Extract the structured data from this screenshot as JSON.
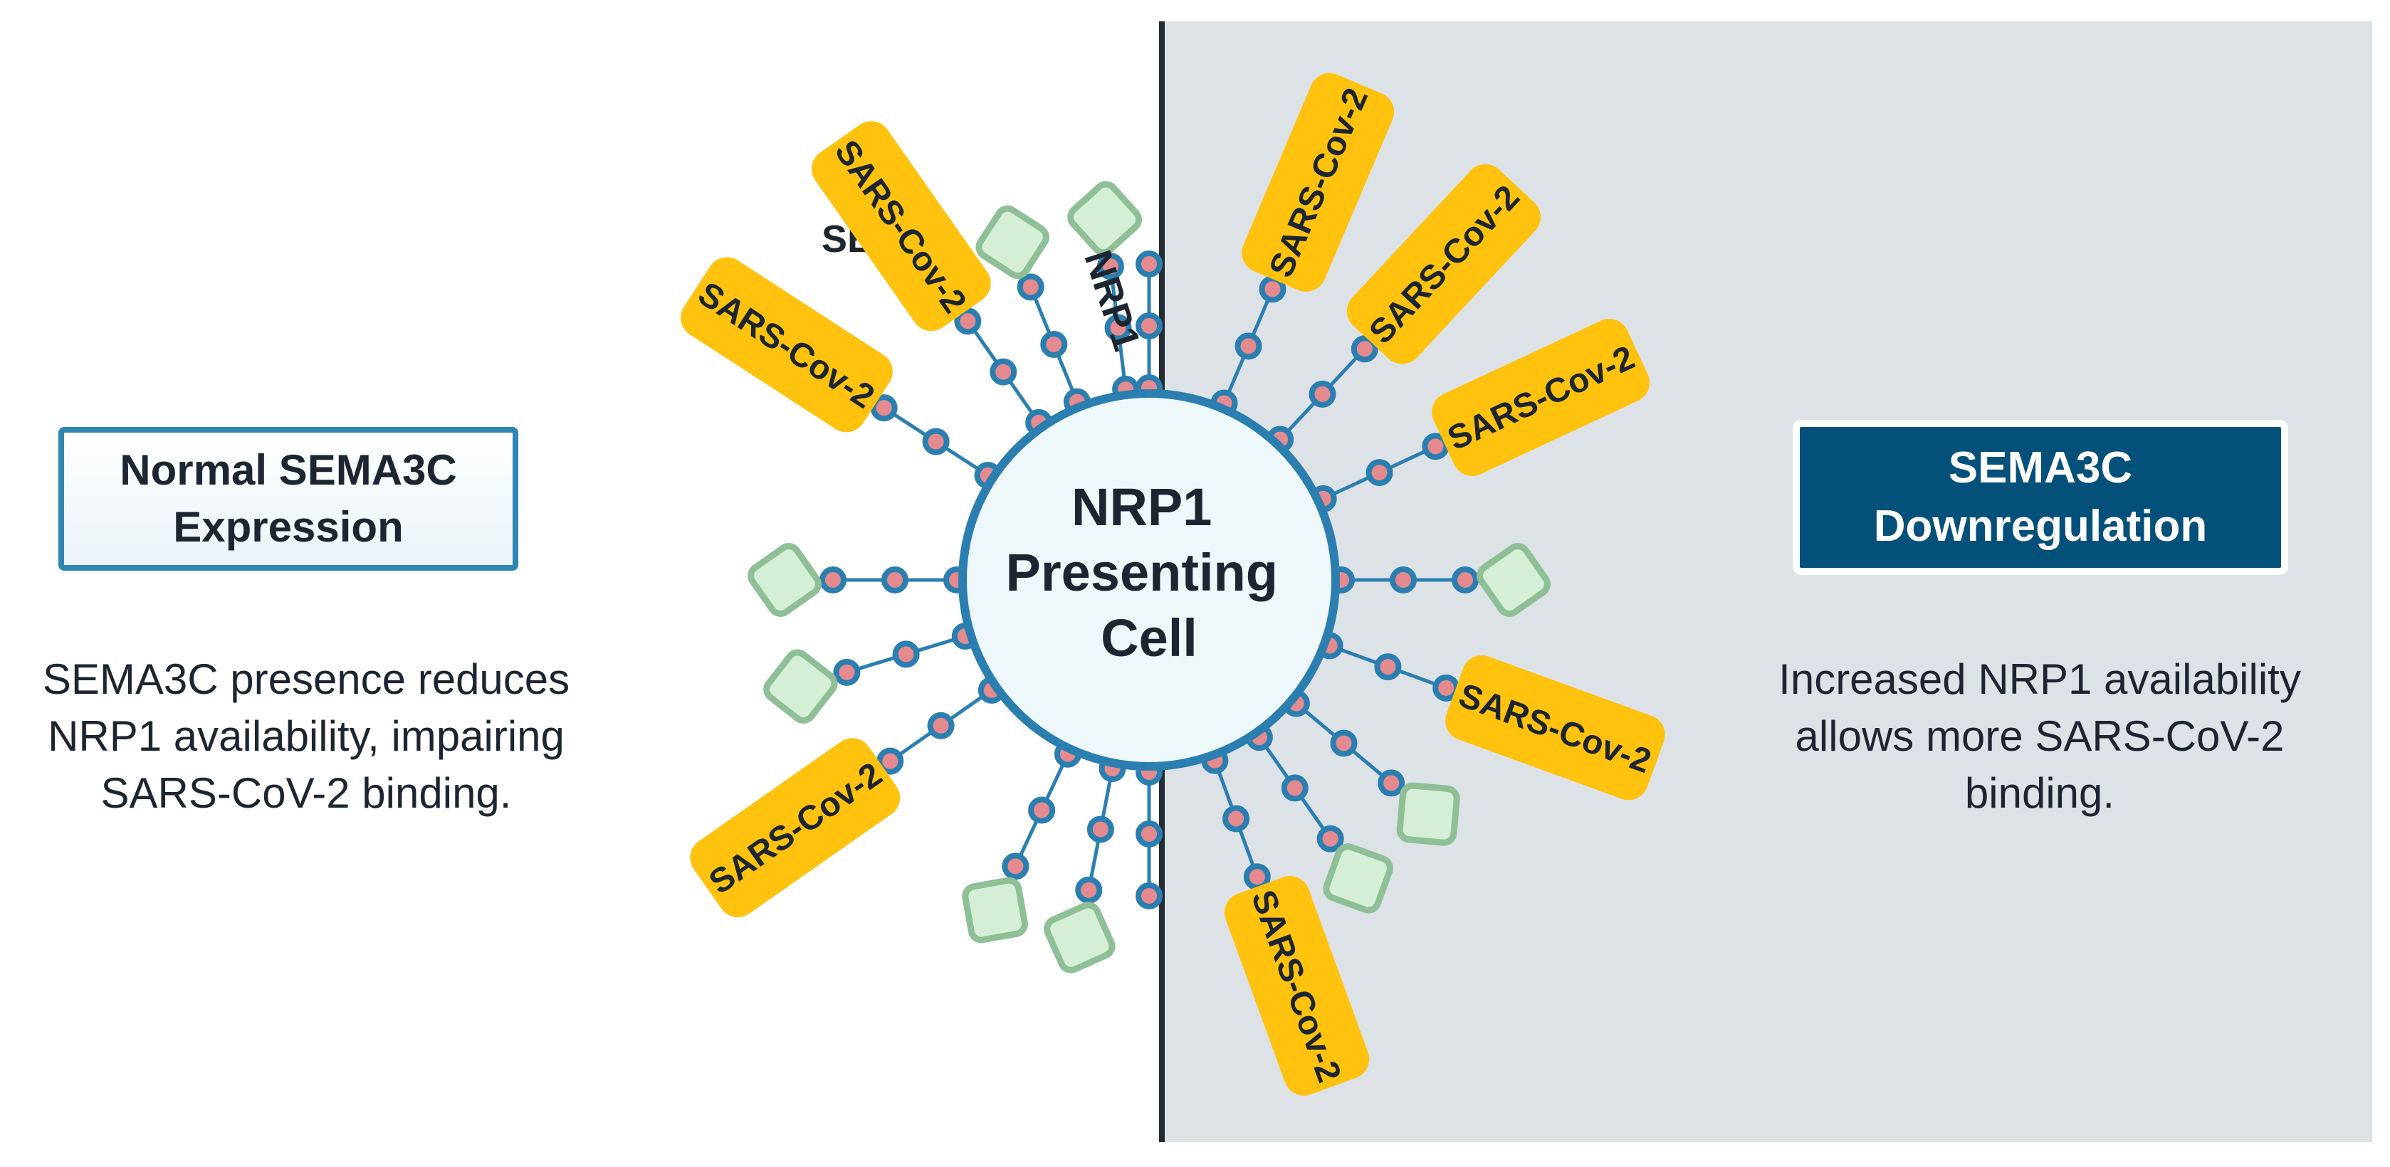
{
  "left_panel": {
    "title_lines": [
      "Normal SEMA3C",
      "Expression"
    ],
    "description_lines": [
      "SEMA3C presence reduces",
      "NRP1 availability, impairing",
      "SARS-CoV-2 binding."
    ]
  },
  "right_panel": {
    "title_lines": [
      "SEMA3C",
      "Downregulation"
    ],
    "description_lines": [
      "Increased NRP1 availability",
      "allows more SARS-CoV-2",
      "binding."
    ]
  },
  "cell": {
    "label_lines": [
      "NRP1",
      "Presenting",
      "Cell"
    ]
  },
  "labels": {
    "sema": "SEMA",
    "nrp1": "NRP1",
    "virus": "SARS-Cov-2"
  },
  "colors": {
    "right_background": "#dde2e7",
    "divider": "#222a33",
    "cell_border": "#2b7fb0",
    "cell_fill": "#eef8fb",
    "receptor_stalk": "#2b7fb0",
    "bead_fill": "#e58a8f",
    "bead_ring": "#2b7fb0",
    "sema_fill": "#d4efd6",
    "sema_border": "#8fbf96",
    "virus_fill": "#ffc20e",
    "title_box_dark": "#03507a",
    "title_box_light_border": "#2e86b3",
    "text_dark": "#1c2530"
  }
}
